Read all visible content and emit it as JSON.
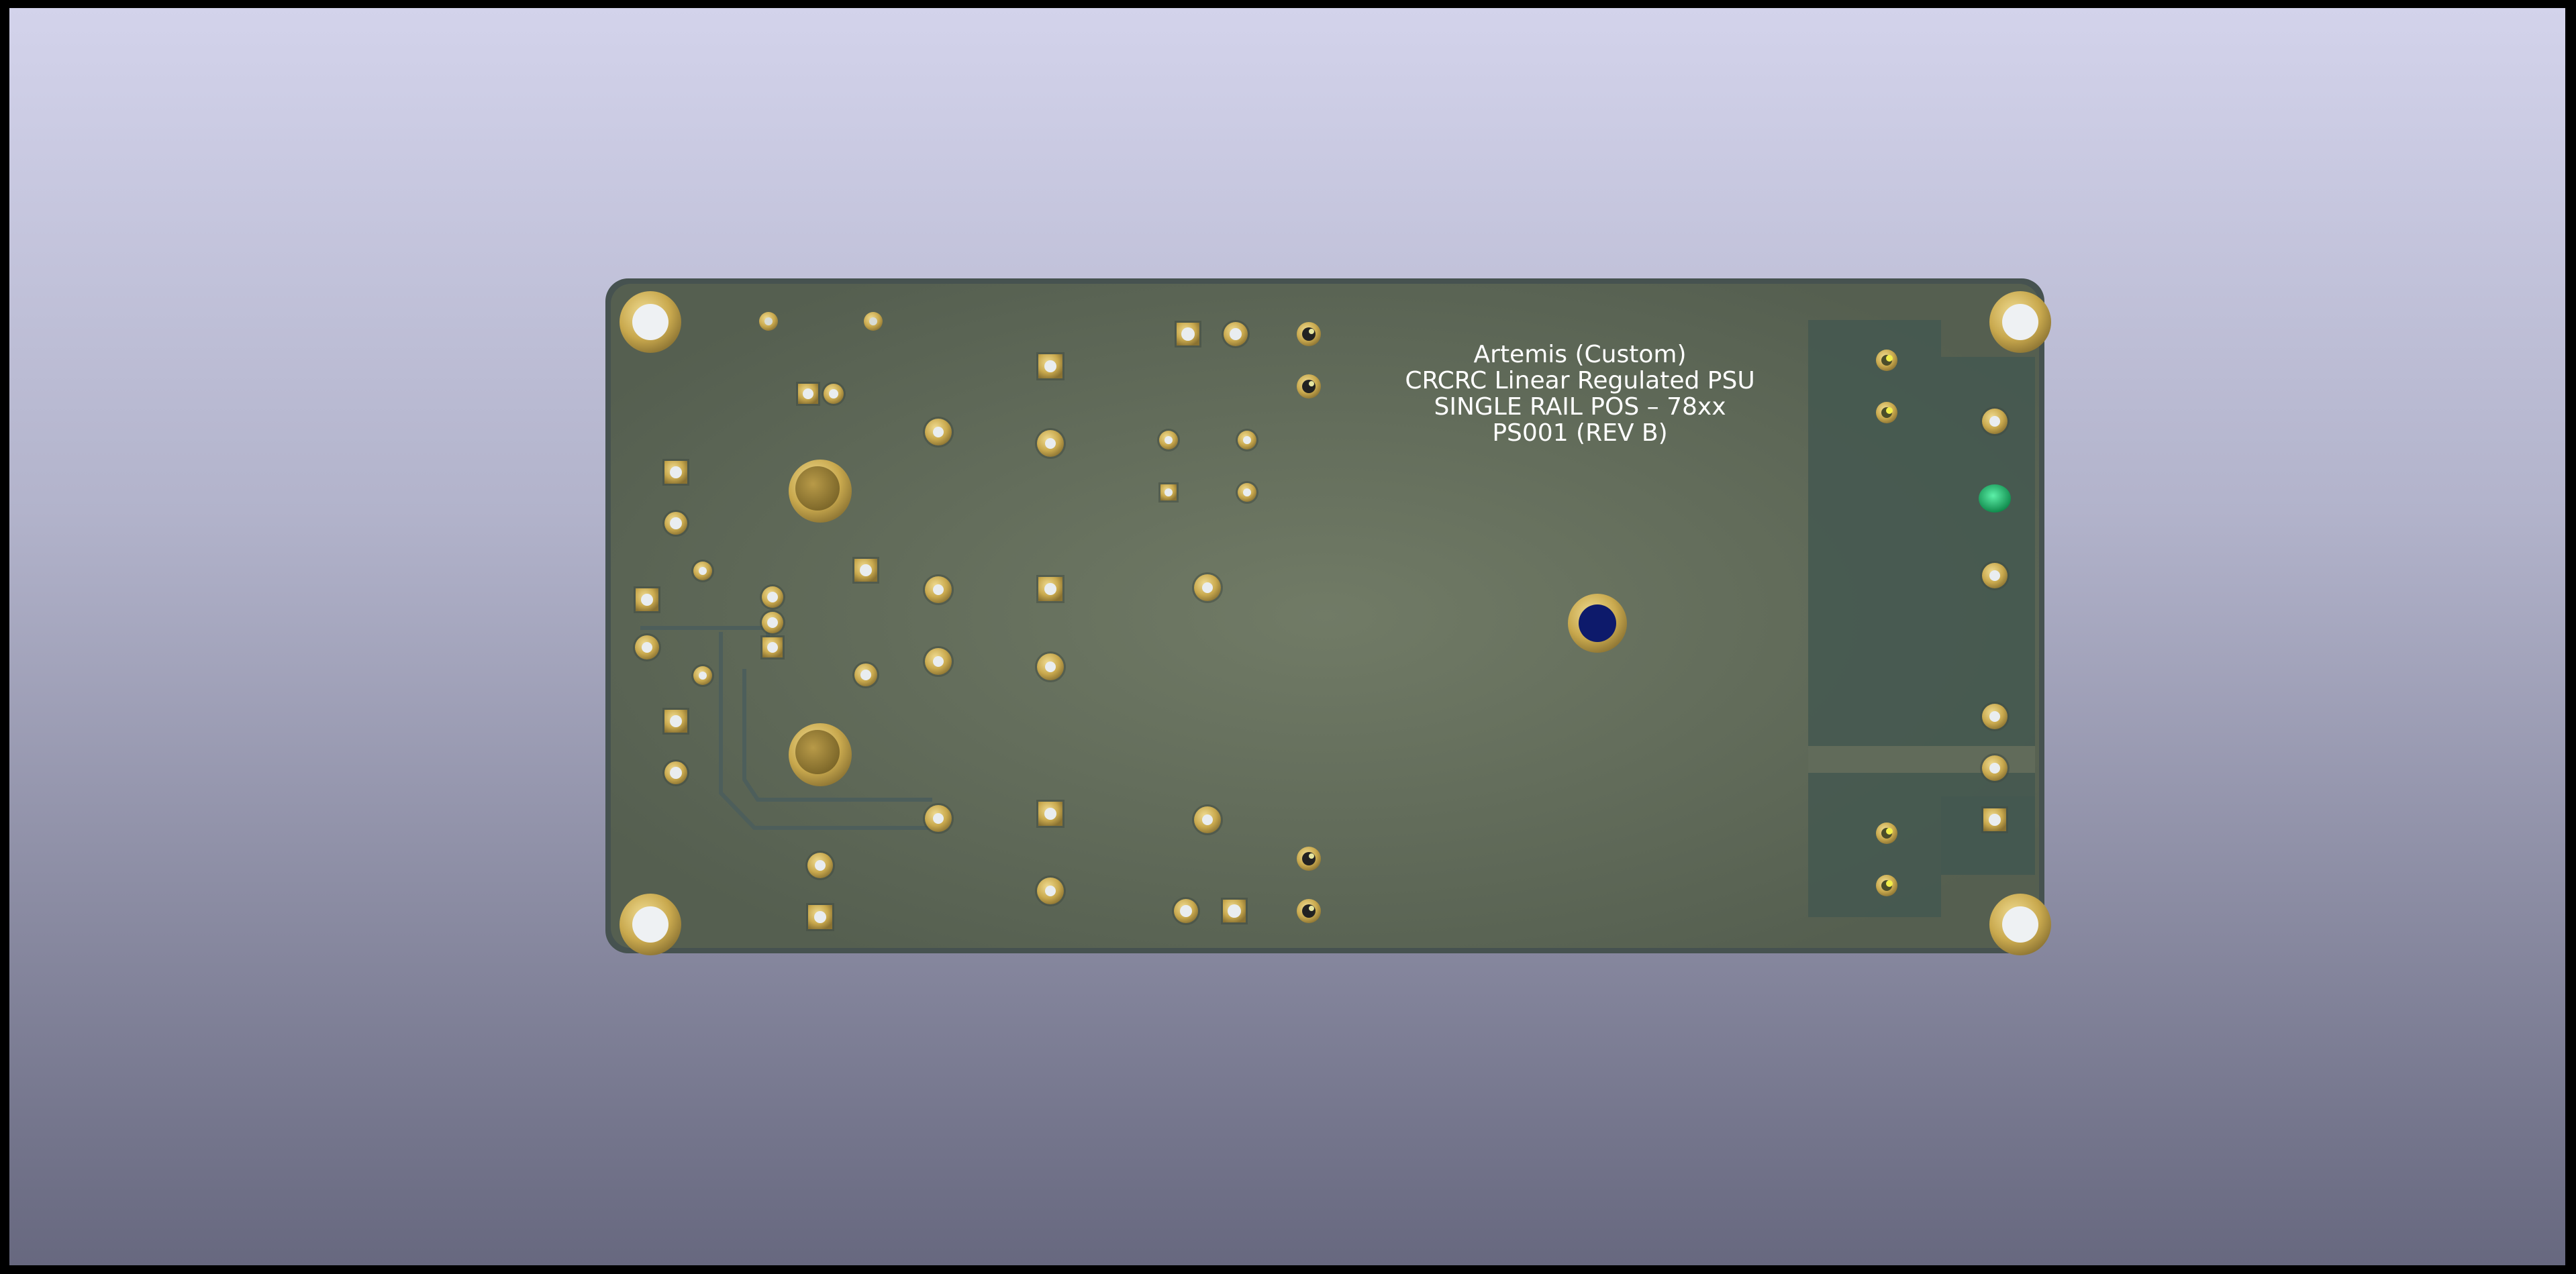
{
  "board": {
    "silkscreen": {
      "line1": "Artemis (Custom)",
      "line2": "CRCRC Linear Regulated PSU",
      "line3": "SINGLE RAIL POS – 78xx",
      "line4": "PS001 (REV B)"
    }
  },
  "colors": {
    "board_edge": "#4a5652",
    "board_center": "#6d7863",
    "board_outer": "#596353",
    "pad_gold": "#c8ac55",
    "pad_gold_light": "#e6cf7f",
    "hole": "#e8ecef",
    "copper_zone": "#445850",
    "led": "#1fb56c",
    "blue_via": "#0d1a6b"
  }
}
